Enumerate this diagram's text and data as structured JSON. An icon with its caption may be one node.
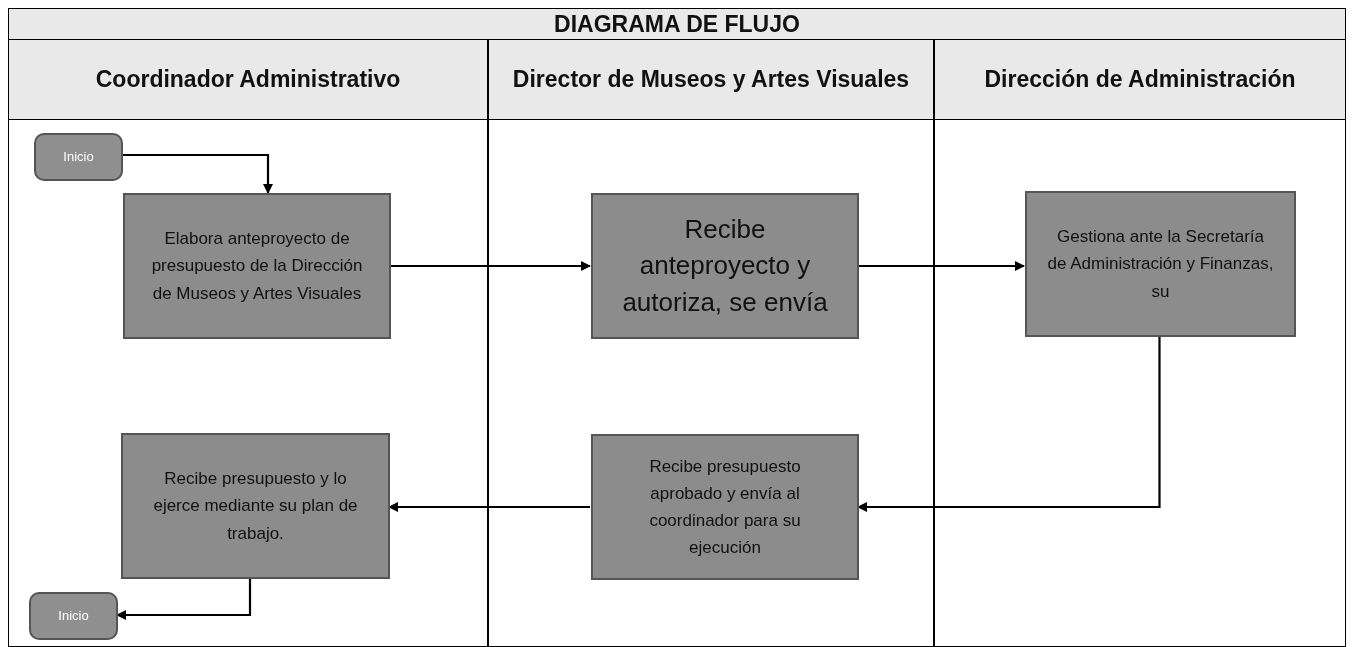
{
  "diagram": {
    "title": "DIAGRAMA DE FLUJO",
    "nodes": [
      {
        "text": [
          "Coordinador Administrativo"
        ]
      },
      {
        "text": [
          "Director de Museos y Artes Visuales"
        ]
      },
      {
        "text": [
          "Dirección de Administración"
        ]
      },
      {
        "text": [
          "Inicio"
        ],
        "in": 0
      },
      {
        "text": [
          "Elabora anteproyecto de presupuesto de la Dirección de Museos y Artes Visuales"
        ],
        "in": 0
      },
      {
        "text": [
          "Recibe anteproyecto y autoriza, se envía"
        ],
        "in": 1
      },
      {
        "text": [
          "Gestiona ante la Secretaría de Administración y Finanzas, su"
        ],
        "in": 2
      },
      {
        "text": [
          "Recibe presupuesto aprobado y envía al coordinador para su ejecución"
        ],
        "in": 1
      },
      {
        "text": [
          "Recibe presupuesto y lo ejerce mediante su plan de trabajo."
        ],
        "in": 0
      },
      {
        "text": [
          "Inicio"
        ],
        "in": 0
      }
    ],
    "edges": [
      {
        "from": 3,
        "to": 4,
        "arrow": "to"
      },
      {
        "from": 4,
        "to": 5,
        "arrow": "to"
      },
      {
        "from": 5,
        "to": 6,
        "arrow": "to"
      },
      {
        "from": 6,
        "to": 7,
        "arrow": "to"
      },
      {
        "from": 7,
        "to": 8,
        "arrow": "to"
      },
      {
        "from": 8,
        "to": 9,
        "arrow": "to"
      }
    ]
  }
}
